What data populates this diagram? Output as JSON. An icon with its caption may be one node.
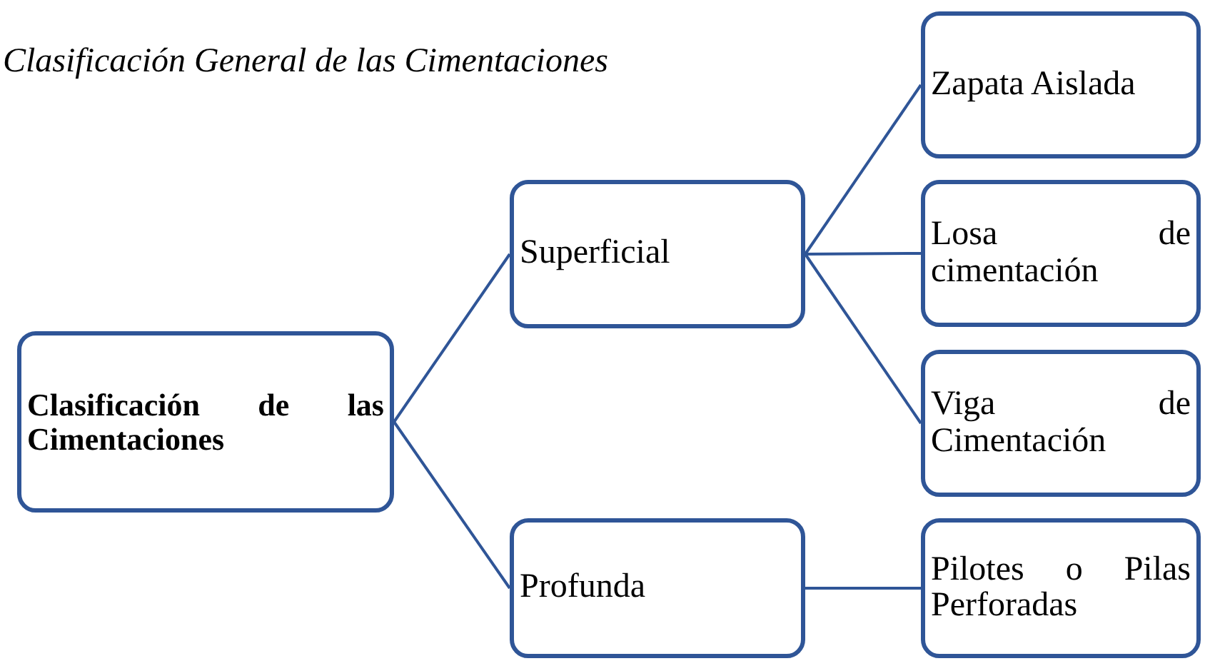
{
  "diagram": {
    "title": "Clasificación General de las Cimentaciones",
    "nodes": [
      {
        "text": [
          "Clasificación de las Cimentaciones"
        ]
      },
      {
        "text": [
          "Superficial"
        ]
      },
      {
        "text": [
          "Zapata Aislada"
        ]
      },
      {
        "text": [
          "Losa de cimentación"
        ]
      },
      {
        "text": [
          "Viga de Cimentación"
        ]
      },
      {
        "text": [
          "Profunda"
        ]
      },
      {
        "text": [
          "Pilotes o Pilas Perforadas"
        ]
      }
    ],
    "edges": [
      {
        "from": 0,
        "to": 1,
        "arrow": "none"
      },
      {
        "from": 0,
        "to": 5,
        "arrow": "none"
      },
      {
        "from": 1,
        "to": 2,
        "arrow": "none"
      },
      {
        "from": 1,
        "to": 3,
        "arrow": "none"
      },
      {
        "from": 1,
        "to": 4,
        "arrow": "none"
      },
      {
        "from": 5,
        "to": 6,
        "arrow": "none"
      }
    ]
  }
}
